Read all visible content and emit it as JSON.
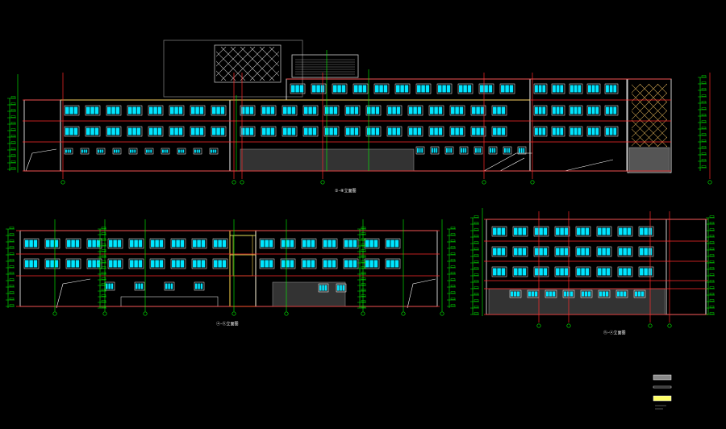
{
  "drawing": {
    "background": "#000000",
    "colors": {
      "outline": "#ffffff",
      "floor_line": "#ff2a2a",
      "axis_line": "#ff2a2a",
      "grid_mark": "#00ff00",
      "window": "#00e5ff",
      "window_frame": "#ffffff",
      "parapet": "#ffff66",
      "panel": "#cccccc",
      "accent": "#ff66cc",
      "screen": "#c8a050",
      "stone": "#8a8a8a",
      "dim": "#555555"
    }
  },
  "elevation_captions": [
    "①–⑧立面图",
    "ⓐ–ⓗ立面图",
    "ⓗ–ⓐ立面图"
  ],
  "legend": {
    "items": [
      "",
      "",
      ""
    ]
  }
}
